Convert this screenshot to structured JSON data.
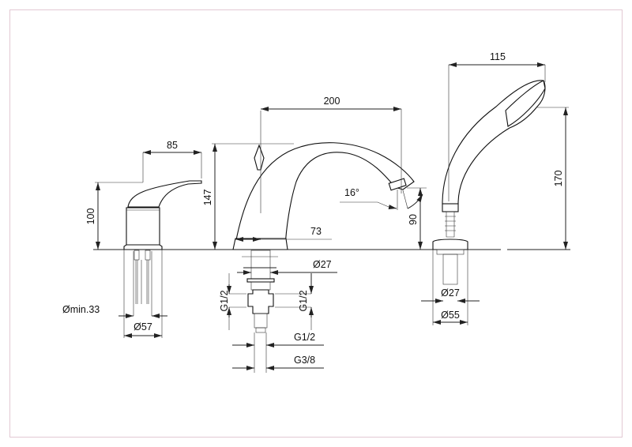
{
  "colors": {
    "line": "#222222",
    "frame": "#e3c9d3",
    "background": "#ffffff"
  },
  "dimensions": {
    "lever_width": "85",
    "lever_height": "100",
    "min_hole": "Ømin.33",
    "lever_base": "Ø57",
    "spout_height": "147",
    "spout_reach": "200",
    "spout_base": "73",
    "spout_angle": "16°",
    "outlet_height": "90",
    "spout_shank": "Ø27",
    "thread_left": "G1/2",
    "thread_right": "G1/2",
    "thread_inlet": "G1/2",
    "thread_outlet": "G3/8",
    "shower_reach": "115",
    "shower_height": "170",
    "shower_shank": "Ø27",
    "shower_base": "Ø55"
  }
}
